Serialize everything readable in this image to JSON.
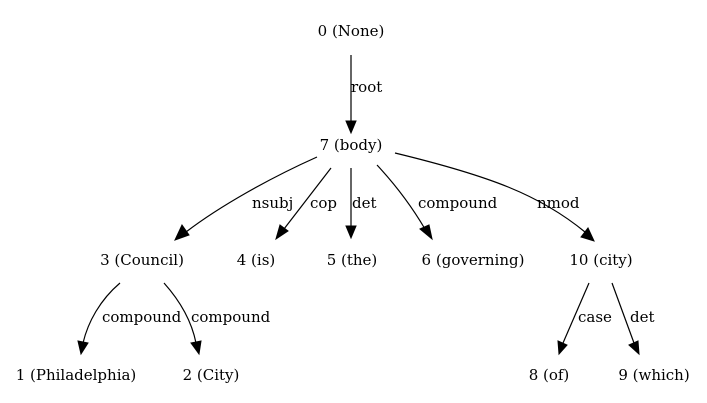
{
  "nodes": {
    "n0": "0 (None)",
    "n7": "7 (body)",
    "n3": "3 (Council)",
    "n4": "4 (is)",
    "n5": "5 (the)",
    "n6": "6 (governing)",
    "n10": "10 (city)",
    "n1": "1 (Philadelphia)",
    "n2": "2 (City)",
    "n8": "8 (of)",
    "n9": "9 (which)"
  },
  "edges": {
    "root": "root",
    "nsubj": "nsubj",
    "cop": "cop",
    "det_7_5": "det",
    "compound_7_6": "compound",
    "nmod": "nmod",
    "compound_3_1": "compound",
    "compound_3_2": "compound",
    "case": "case",
    "det_10_9": "det"
  }
}
